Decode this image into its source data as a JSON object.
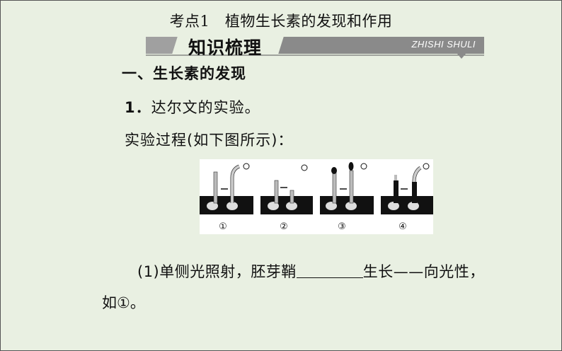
{
  "title": "考点1　植物生长素的发现和作用",
  "banner": {
    "label": "知识梳理",
    "sub": "ZHISHI SHULI"
  },
  "heading": "一、生长素的发现",
  "item1": {
    "num": "1．",
    "text": "达尔文的实验。"
  },
  "process": "实验过程(如下图所示)：",
  "figure": {
    "captions": [
      "①",
      "②",
      "③",
      "④"
    ]
  },
  "question": {
    "lead": "(1)单侧光照射，胚芽鞘",
    "tail": "生长——向光性，",
    "line2": "如①。"
  },
  "colors": {
    "background": "#e9f0e2",
    "banner_gray": "#7a7a7a",
    "banner_light": "#c8c8c8"
  }
}
